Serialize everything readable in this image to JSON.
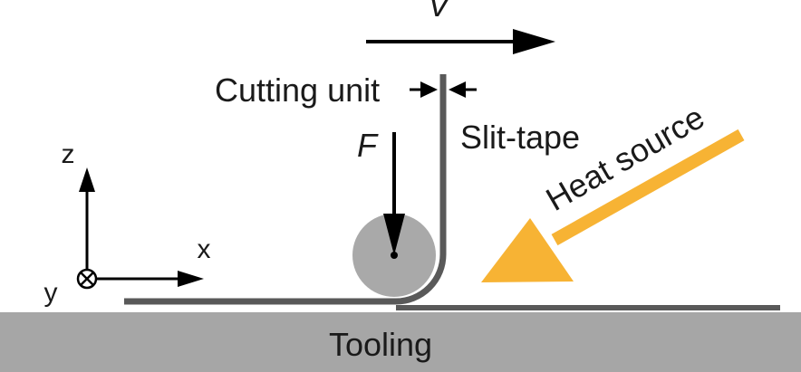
{
  "labels": {
    "velocity": "V",
    "cutting_unit": "Cutting unit",
    "slit_tape": "Slit-tape",
    "force": "F",
    "heat_source": "Heat source",
    "axis_z": "z",
    "axis_x": "x",
    "axis_y": "y",
    "tooling": "Tooling"
  },
  "colors": {
    "tooling": "#a6a6a6",
    "tape": "#595959",
    "roller": "#a9a9a9",
    "heat_arrow": "#f7b334",
    "ink": "#000000"
  },
  "icons": {
    "axis_y": "into-page-cross-circle-icon"
  }
}
